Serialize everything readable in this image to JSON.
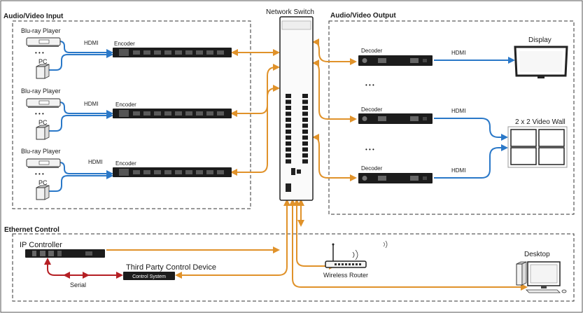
{
  "sections": {
    "av_input": "Audio/Video Input",
    "av_output": "Audio/Video Output",
    "ethernet_control": "Ethernet Control"
  },
  "switch": {
    "label": "Network Switch"
  },
  "sources": [
    {
      "player": "Blu-ray Player",
      "pc": "PC",
      "hdmi": "HDMI",
      "encoder": "Encoder"
    },
    {
      "player": "Blu-ray Player",
      "pc": "PC",
      "hdmi": "HDMI",
      "encoder": "Encoder"
    },
    {
      "player": "Blu-ray Player",
      "pc": "PC",
      "hdmi": "HDMI",
      "encoder": "Encoder"
    }
  ],
  "outputs": [
    {
      "decoder": "Decoder",
      "hdmi": "HDMI"
    },
    {
      "decoder": "Decoder",
      "hdmi": "HDMI"
    },
    {
      "decoder": "Decoder",
      "hdmi": "HDMI"
    }
  ],
  "display": "Display",
  "video_wall": "2 x 2 Video Wall",
  "ellipsis": "• • •",
  "control": {
    "ip_controller": "IP Controller",
    "third_party": "Third Party Control Device",
    "control_system": "Control System",
    "serial": "Serial",
    "router": "Wireless Router",
    "desktop": "Desktop"
  },
  "colors": {
    "network": "#e0922a",
    "hdmi": "#2a78c8",
    "serial": "#b51f24"
  },
  "icons": [
    "bluray-player-icon",
    "pc-tower-icon",
    "encoder-icon",
    "decoder-icon",
    "network-switch-icon",
    "monitor-icon",
    "video-wall-icon",
    "router-icon",
    "desktop-computer-icon"
  ]
}
